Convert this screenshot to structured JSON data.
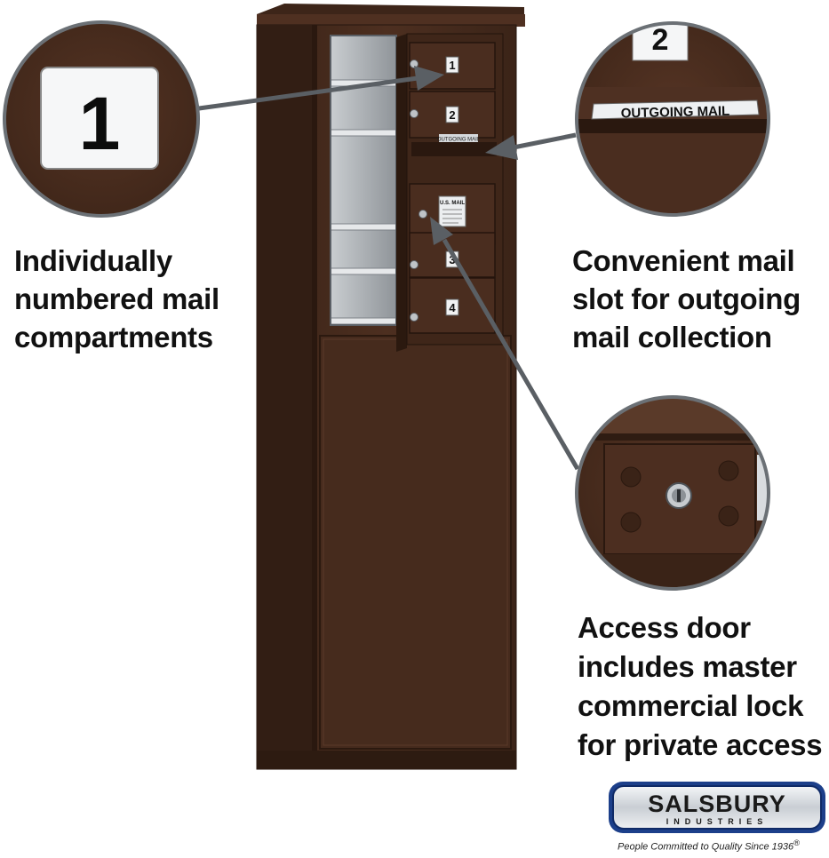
{
  "callouts": {
    "compartments": {
      "lines": [
        "Individually",
        "numbered mail",
        "compartments"
      ]
    },
    "outgoing": {
      "lines": [
        "Convenient mail",
        "slot for outgoing",
        "mail collection"
      ]
    },
    "access": {
      "lines": [
        "Access door",
        "includes master",
        "commercial lock",
        "for private access"
      ]
    }
  },
  "zoom_circles": {
    "number_tag": "1",
    "top_right_tag": "2",
    "outgoing_label": "OUTGOING MAIL"
  },
  "mailbox": {
    "compartment_numbers": [
      "1",
      "2",
      "3",
      "4"
    ],
    "outgoing_slot_label": "OUTGOING MAIL",
    "access_door_label": "U.S. MAIL"
  },
  "brand": {
    "name": "SALSBURY",
    "subtitle": "INDUSTRIES",
    "tagline": "People Committed to Quality Since 1936",
    "registered_mark": "®"
  },
  "colors": {
    "bronze": "#4a2d1f",
    "bronze_dark": "#2e1b12",
    "bronze_light": "#5c3a28",
    "background": "#ffffff",
    "text": "#111111"
  }
}
